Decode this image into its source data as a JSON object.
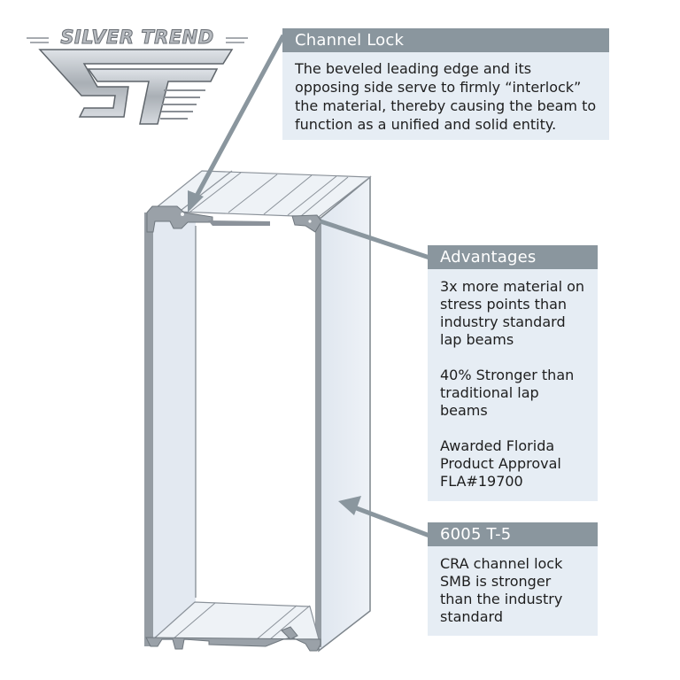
{
  "logo": {
    "brand_text": "SILVER TREND",
    "monogram": "ST"
  },
  "callouts": [
    {
      "id": "channel-lock",
      "title": "Channel Lock",
      "paragraphs": [
        "The beveled leading edge and its opposing side serve to firmly “interlock” the material, thereby causing the beam to function as a unified and solid entity."
      ]
    },
    {
      "id": "advantages",
      "title": "Advantages",
      "paragraphs": [
        "3x more material on stress points than industry standard lap beams",
        "40% Stronger than traditional lap beams",
        "Awarded Florida Product Approval FLA#19700"
      ]
    },
    {
      "id": "alloy",
      "title": "6005 T-5",
      "paragraphs": [
        "CRA channel lock SMB is stronger than the industry standard"
      ]
    }
  ],
  "colors": {
    "header_bar": "#8a969e",
    "panel_body": "#e6edf4",
    "arrow": "#8a969e",
    "beam_edge": "#7d858c",
    "beam_face": "#e4ebf3"
  }
}
